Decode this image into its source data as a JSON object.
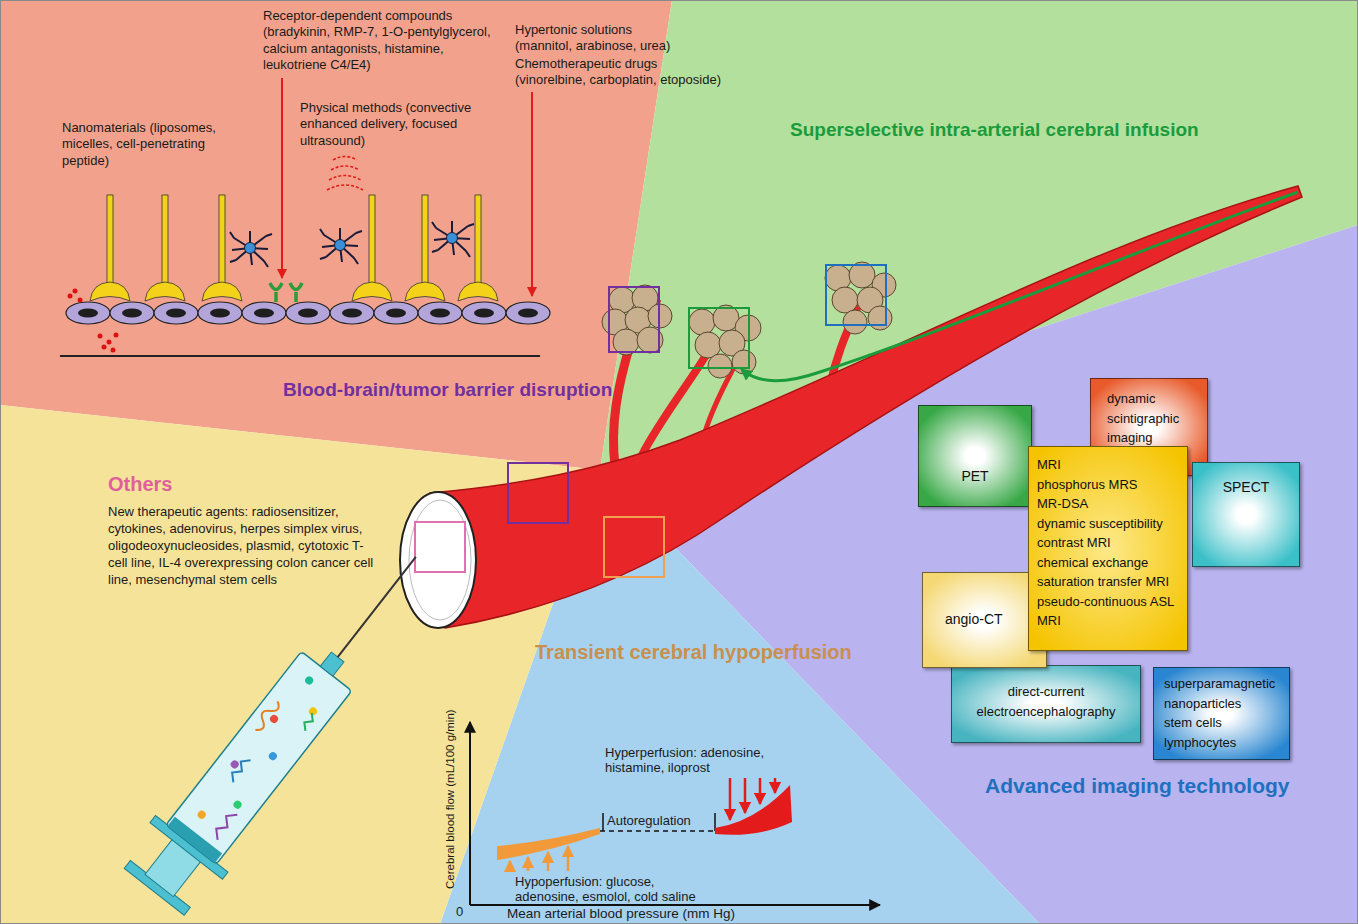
{
  "diagram": {
    "nodes": [
      {
        "text": [
          "PET"
        ]
      },
      {
        "text": [
          "dynamic scintigraphic imaging"
        ]
      },
      {
        "text": [
          "SPECT"
        ]
      },
      {
        "text": [
          "MRI",
          "phosphorus MRS",
          "MR-DSA",
          "dynamic susceptibility contrast MRI",
          "chemical exchange saturation transfer MRI",
          "pseudo-continuous ASL MRI"
        ]
      },
      {
        "text": [
          "angio-CT"
        ]
      },
      {
        "text": [
          "direct-current electroencephalography"
        ]
      },
      {
        "text": [
          "superparamagnetic nanoparticles",
          "stem cells",
          "lymphocytes"
        ]
      }
    ],
    "labels": [
      "Receptor-dependent compounds (bradykinin, RMP-7, 1-O-pentylglycerol, calcium antagonists, histamine, leukotriene C4/E4)",
      "Hypertonic solutions (mannitol, arabinose, urea)",
      "Chemotherapeutic drugs (vinorelbine, carboplatin, etoposide)",
      "Physical methods (convective enhanced delivery, focused ultrasound)",
      "Nanomaterials (liposomes, micelles, cell-penetrating peptide)",
      "Blood-brain/tumor barrier disruption",
      "Superselective intra-arterial cerebral infusion",
      "Others",
      "New therapeutic agents: radiosensitizer, cytokines, adenovirus, herpes simplex virus, oligodeoxynucleosides, plasmid, cytotoxic T-cell line, IL-4 overexpressing colon cancer cell line, mesenchymal stem cells",
      "Transient cerebral hypoperfusion",
      "Hyperperfusion: adenosine, histamine, iloprost",
      "Autoregulation",
      "Hypoperfusion: glucose, adenosine, esmolol, cold saline",
      "Cerebral blood flow (mL/100 g/min)",
      "Mean arterial blood pressure (mm Hg)",
      "0",
      "Advanced imaging technology"
    ]
  }
}
